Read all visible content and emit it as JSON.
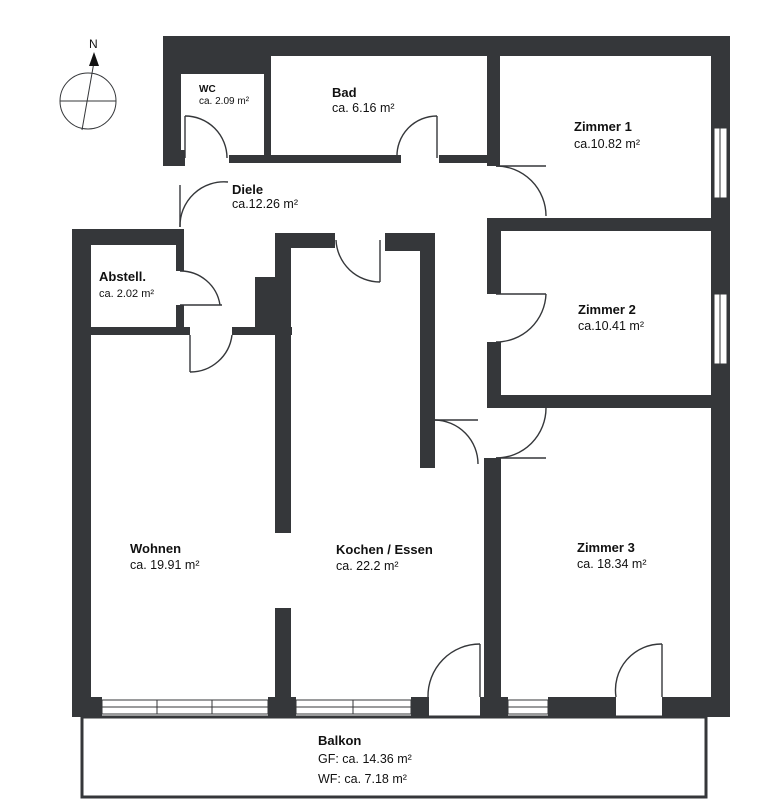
{
  "compass": {
    "north_label": "N",
    "icon": "compass-icon"
  },
  "rooms": {
    "wc": {
      "name": "WC",
      "area": "ca. 2.09 m²"
    },
    "bad": {
      "name": "Bad",
      "area": "ca. 6.16 m²"
    },
    "zimmer1": {
      "name": "Zimmer 1",
      "area": "ca.10.82 m²"
    },
    "diele": {
      "name": "Diele",
      "area": "ca.12.26 m²"
    },
    "abstell": {
      "name": "Abstell.",
      "area": "ca. 2.02 m²"
    },
    "zimmer2": {
      "name": "Zimmer 2",
      "area": "ca.10.41 m²"
    },
    "wohnen": {
      "name": "Wohnen",
      "area": "ca. 19.91 m²"
    },
    "kochen": {
      "name": "Kochen / Essen",
      "area": "ca. 22.2 m²"
    },
    "zimmer3": {
      "name": "Zimmer 3",
      "area": "ca. 18.34 m²"
    },
    "balkon": {
      "name": "Balkon",
      "gf": "GF:  ca. 14.36 m²",
      "wf": "WF: ca. 7.18 m²"
    }
  },
  "colors": {
    "wall": "#35373a",
    "background": "#ffffff"
  }
}
